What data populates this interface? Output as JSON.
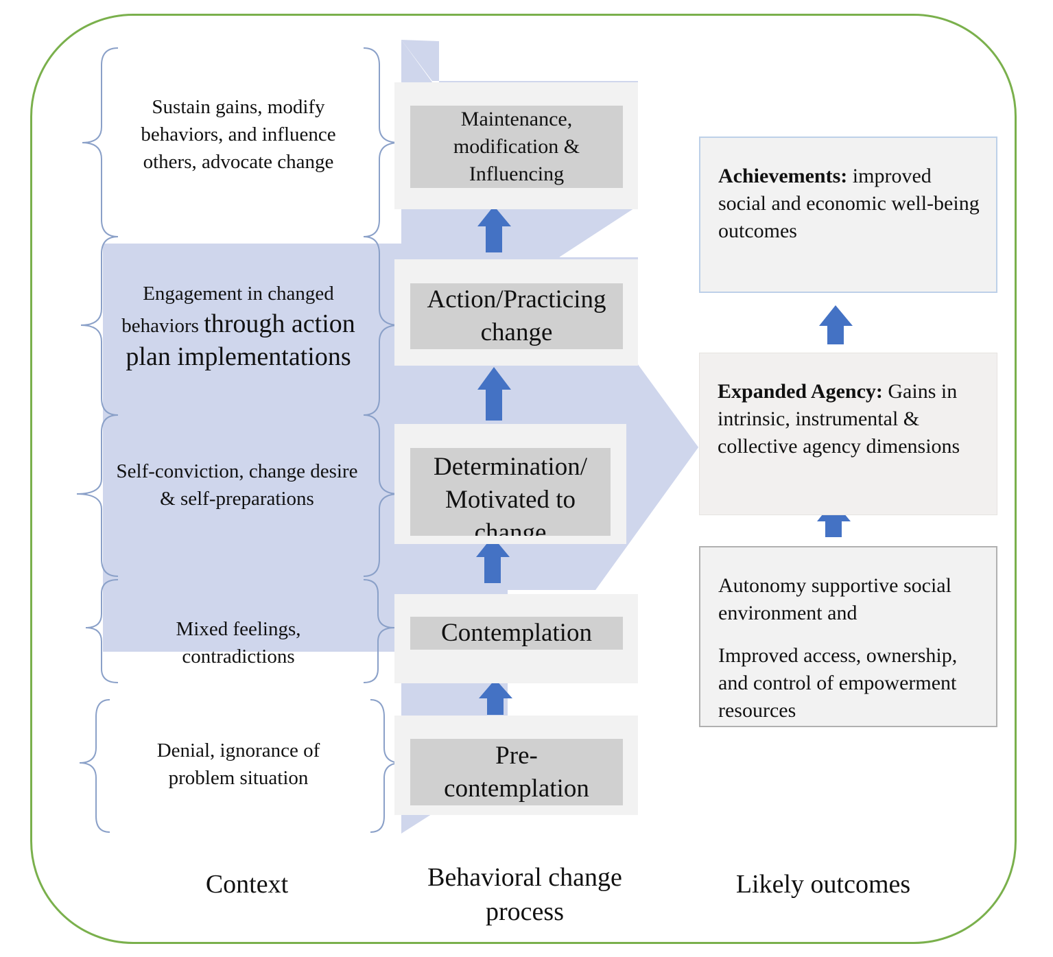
{
  "context": {
    "items": [
      {
        "text": "Sustain gains, modify behaviors, and influence others, advocate change"
      },
      {
        "text": "Engagement in changed behaviors",
        "text_large": "through action plan implementations"
      },
      {
        "text": "Self-conviction, change desire & self-preparations"
      },
      {
        "text": "Mixed feelings, contradictions"
      },
      {
        "text": "Denial, ignorance of problem situation"
      }
    ]
  },
  "process": {
    "stages": [
      {
        "label": "Maintenance, modification & Influencing"
      },
      {
        "label": "Action/Practicing change"
      },
      {
        "label": "Determination/ Motivated to change"
      },
      {
        "label": "Contemplation"
      },
      {
        "label": "Pre-contemplation"
      }
    ]
  },
  "outcomes": {
    "achievements": {
      "bold": "Achievements:",
      "text": "improved social and economic well-being outcomes"
    },
    "agency": {
      "bold": "Expanded Agency:",
      "text": "Gains in intrinsic, instrumental & collective agency dimensions"
    },
    "environment": {
      "line1": "Autonomy supportive social environment and",
      "line2": "Improved access, ownership, and control of empowerment resources"
    }
  },
  "column_labels": {
    "context": "Context",
    "process": "Behavioral change process",
    "outcomes": "Likely outcomes"
  },
  "colors": {
    "frame": "#7ab04c",
    "chevron": "#cfd6ec",
    "arrow": "#4472c4",
    "stage_outer": "#f2f2f2",
    "stage_inner": "#d0d0d0",
    "bracket": "#8aa0c8"
  }
}
